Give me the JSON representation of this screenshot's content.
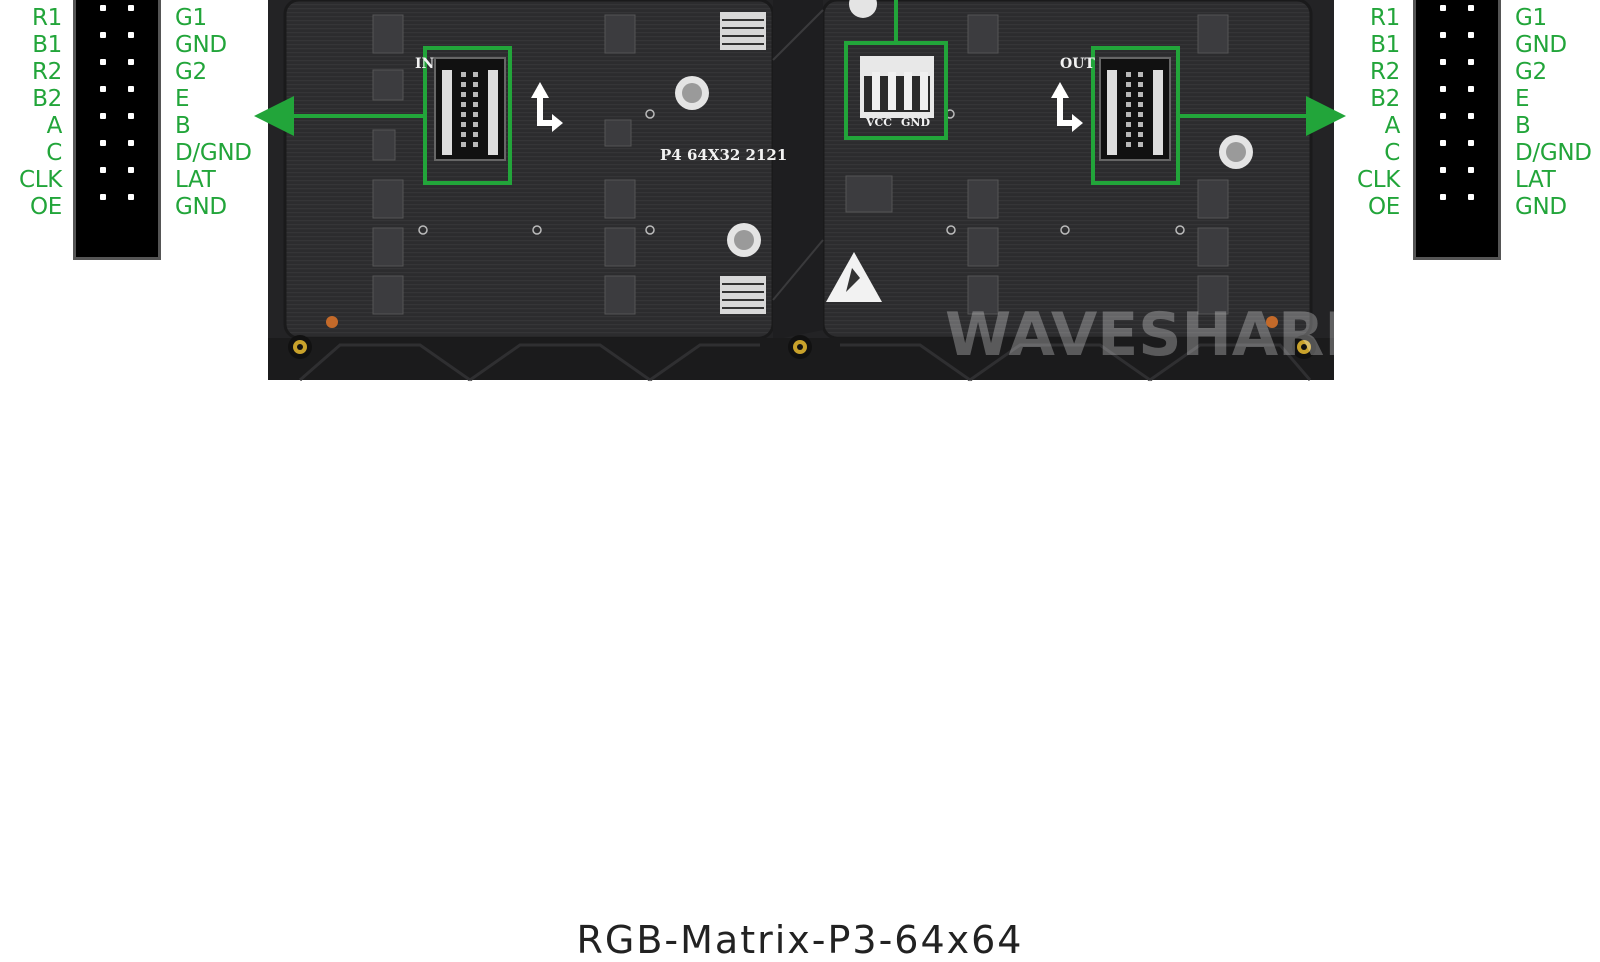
{
  "colors": {
    "accent": "#22a53a",
    "board": "#2b2b2d",
    "header": "#000000",
    "caption": "#222222"
  },
  "left_header": {
    "left_pins": [
      "R1",
      "B1",
      "R2",
      "B2",
      "A",
      "C",
      "CLK",
      "OE"
    ],
    "right_pins": [
      "G1",
      "GND",
      "G2",
      "E",
      "B",
      "D/GND",
      "LAT",
      "GND"
    ]
  },
  "right_header": {
    "left_pins": [
      "R1",
      "B1",
      "R2",
      "B2",
      "A",
      "C",
      "CLK",
      "OE"
    ],
    "right_pins": [
      "G1",
      "GND",
      "G2",
      "E",
      "B",
      "D/GND",
      "LAT",
      "GND"
    ]
  },
  "board": {
    "model_text": "P4 64X32 2121",
    "out_label": "OUT",
    "in_label": "IN",
    "power_labels": [
      "VCC",
      "GND"
    ],
    "watermark": "WAVESHARE"
  },
  "caption": "RGB-Matrix-P3-64x64"
}
